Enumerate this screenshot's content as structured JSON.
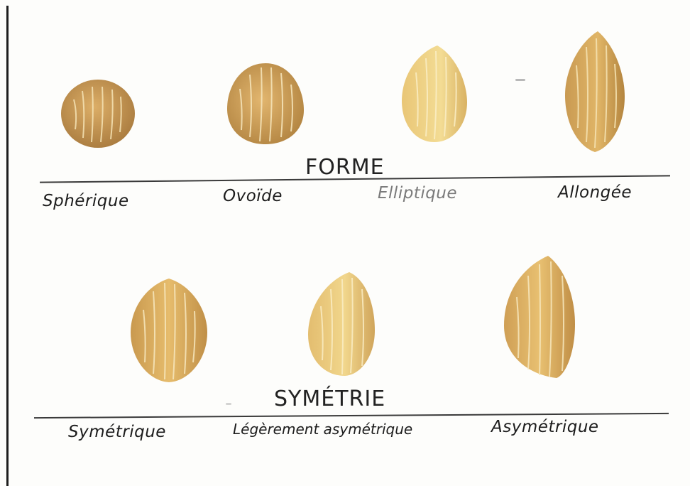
{
  "forme": {
    "title": "FORME",
    "labels": [
      "Sphérique",
      "Ovoïde",
      "Elliptique",
      "Allongée"
    ]
  },
  "symetrie": {
    "title": "SYMÉTRIE",
    "labels": [
      "Symétrique",
      "Légèrement asymétrique",
      "Asymétrique"
    ]
  },
  "colors": {
    "seed_dark": "#b98a4c",
    "seed_mid": "#d8ac62",
    "seed_light": "#ecc97c",
    "seed_pale": "#f2d98e",
    "ink": "#222222"
  }
}
